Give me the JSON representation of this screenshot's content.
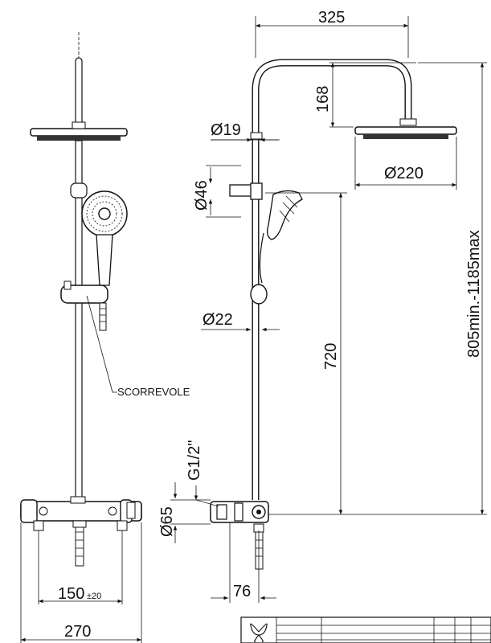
{
  "dimensions": {
    "width_overall": "270",
    "width_arm": "325",
    "height_arm": "168",
    "pipe_diameter": "Ø19",
    "head_diameter": "Ø220",
    "holder_diameter": "Ø46",
    "bar_diameter": "Ø22",
    "height_column": "720",
    "height_total": "805min.-1185max",
    "inlet_thread": "G1/2\"",
    "body_diameter": "Ø65",
    "offset": "76",
    "centers": "150",
    "centers_tolerance": "±20"
  },
  "labels": {
    "slider": "SCORREVOLE"
  }
}
